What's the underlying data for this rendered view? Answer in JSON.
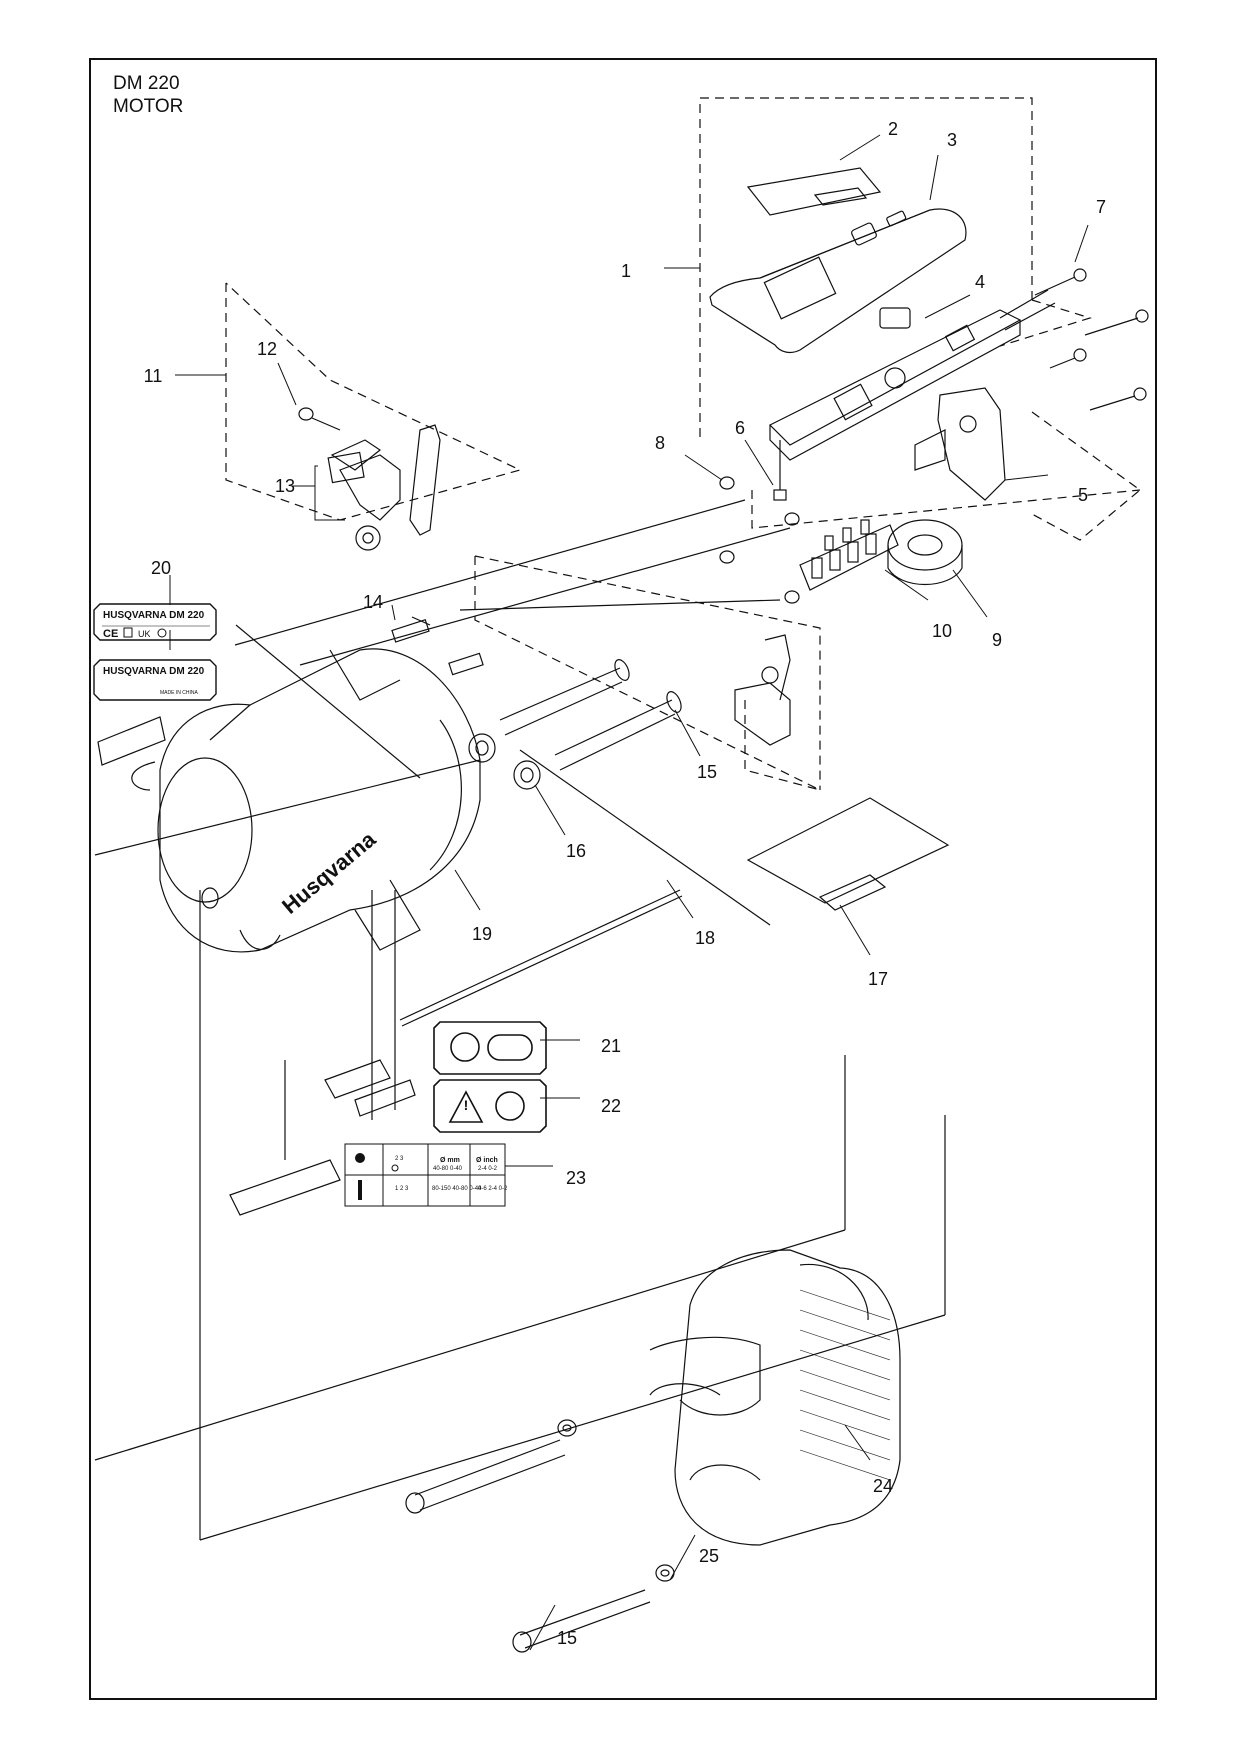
{
  "header": {
    "model": "DM 220",
    "section": "MOTOR"
  },
  "callouts": [
    {
      "id": "1",
      "label": "1"
    },
    {
      "id": "2",
      "label": "2"
    },
    {
      "id": "3",
      "label": "3"
    },
    {
      "id": "4",
      "label": "4"
    },
    {
      "id": "5",
      "label": "5"
    },
    {
      "id": "6",
      "label": "6"
    },
    {
      "id": "7",
      "label": "7"
    },
    {
      "id": "8",
      "label": "8"
    },
    {
      "id": "9",
      "label": "9"
    },
    {
      "id": "10",
      "label": "10"
    },
    {
      "id": "11",
      "label": "11"
    },
    {
      "id": "12",
      "label": "12"
    },
    {
      "id": "13",
      "label": "13"
    },
    {
      "id": "14",
      "label": "14"
    },
    {
      "id": "15a",
      "label": "15"
    },
    {
      "id": "15b",
      "label": "15"
    },
    {
      "id": "16",
      "label": "16"
    },
    {
      "id": "17",
      "label": "17"
    },
    {
      "id": "18",
      "label": "18"
    },
    {
      "id": "19",
      "label": "19"
    },
    {
      "id": "20",
      "label": "20"
    },
    {
      "id": "21",
      "label": "21"
    },
    {
      "id": "22",
      "label": "22"
    },
    {
      "id": "23",
      "label": "23"
    },
    {
      "id": "24",
      "label": "24"
    },
    {
      "id": "25",
      "label": "25"
    }
  ],
  "labels": {
    "plate_top_title": "HUSQVARNA DM 220",
    "plate_bottom_title": "HUSQVARNA DM 220",
    "plate_bottom_origin": "MADE IN CHINA",
    "housing_brand": "Husqvarna",
    "table_23": {
      "col_mm": "Ø mm",
      "col_inch": "Ø inch",
      "row1": {
        "gears": "2\n3",
        "mm": "40-80\n0-40",
        "inch": "2-4\n0-2"
      },
      "row2": {
        "gears": "1\n2\n3",
        "mm": "80-150\n40-80\n0-40",
        "inch": "4-6\n2-4\n0-2"
      }
    }
  },
  "icons": {
    "plate_top": [
      "ce-mark",
      "weee-bin-icon",
      "ukca-mark",
      "certification-icon"
    ],
    "label_21": [
      "hearing-protection-icon",
      "safety-glasses-icon"
    ],
    "label_22": [
      "warning-triangle-icon",
      "read-manual-icon"
    ],
    "label_23": [
      "gloves-icon",
      "key-icon",
      "drill-stand-icon"
    ]
  }
}
